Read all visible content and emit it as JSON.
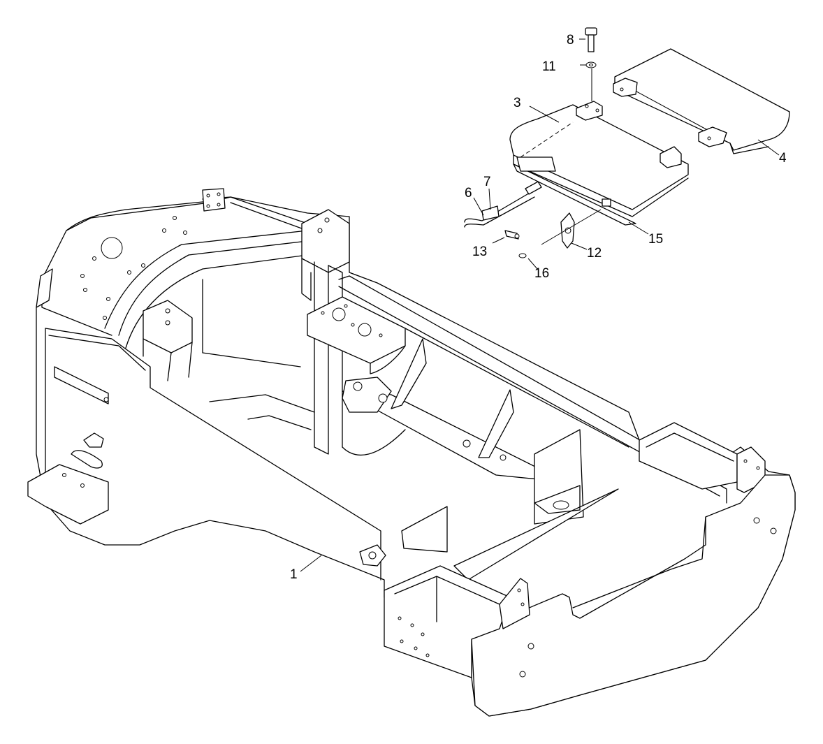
{
  "callouts": [
    {
      "id": "1",
      "label": "1"
    },
    {
      "id": "3",
      "label": "3"
    },
    {
      "id": "4",
      "label": "4"
    },
    {
      "id": "6",
      "label": "6"
    },
    {
      "id": "7",
      "label": "7"
    },
    {
      "id": "8",
      "label": "8"
    },
    {
      "id": "11",
      "label": "11"
    },
    {
      "id": "12",
      "label": "12"
    },
    {
      "id": "13",
      "label": "13"
    },
    {
      "id": "15",
      "label": "15"
    },
    {
      "id": "16",
      "label": "16"
    }
  ]
}
